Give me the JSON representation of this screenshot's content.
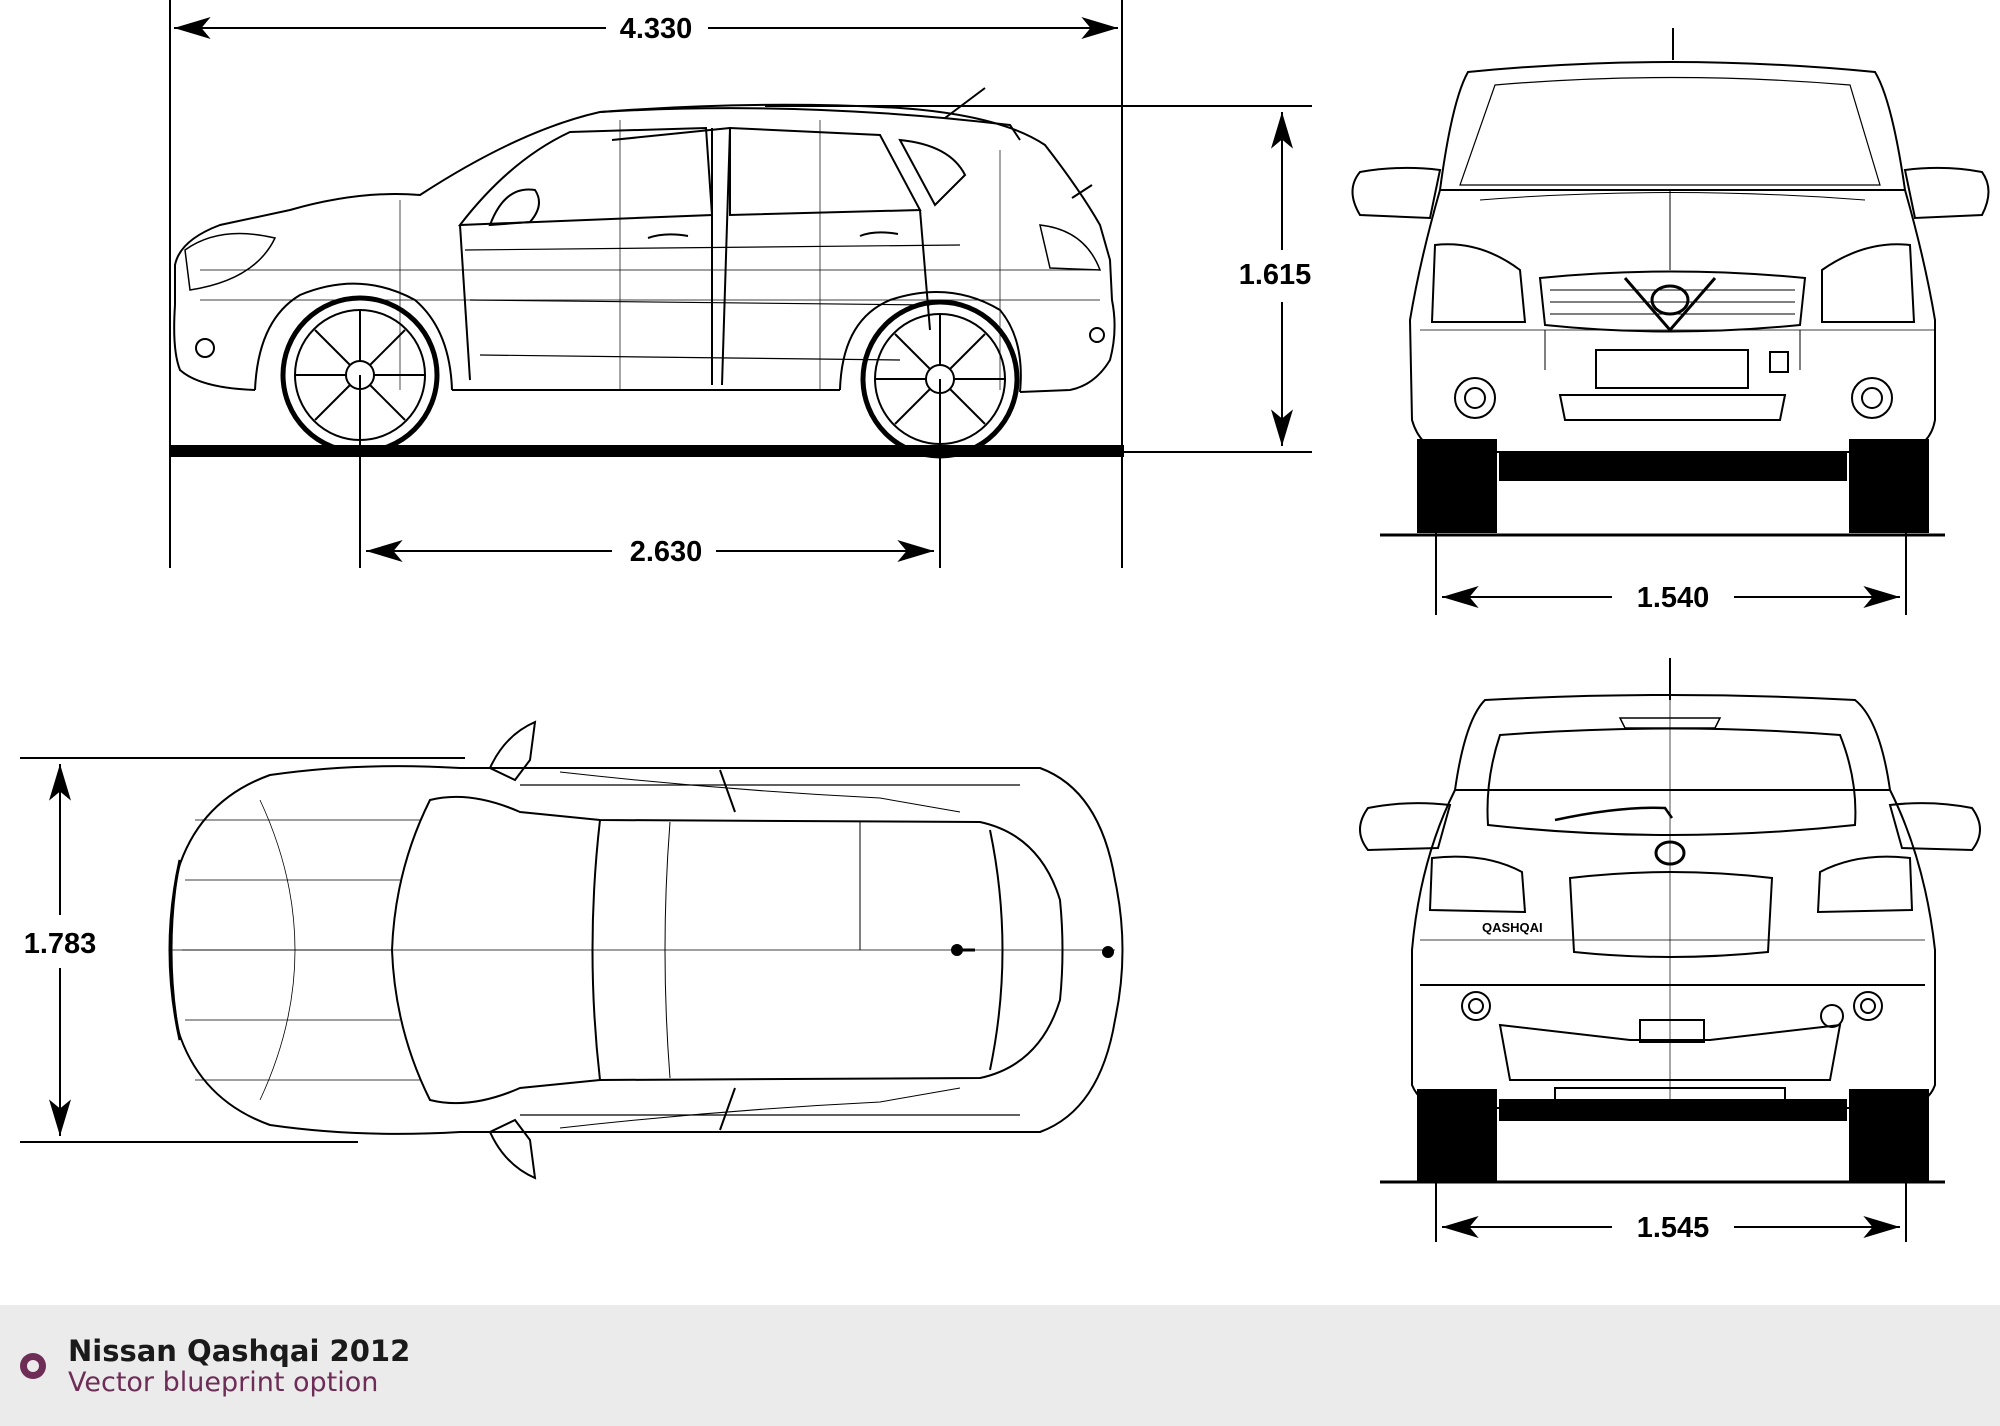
{
  "dimensions": {
    "length": "4.330",
    "height": "1.615",
    "wheelbase": "2.630",
    "track_front": "1.540",
    "width": "1.783",
    "track_rear": "1.545"
  },
  "footer": {
    "title": "Nissan Qashqai 2012",
    "subtitle": "Vector blueprint option"
  },
  "rear_badge": "QASHQAI",
  "colors": {
    "line": "#000000",
    "footer_bg": "#ebebeb",
    "accent": "#6d2d56"
  }
}
